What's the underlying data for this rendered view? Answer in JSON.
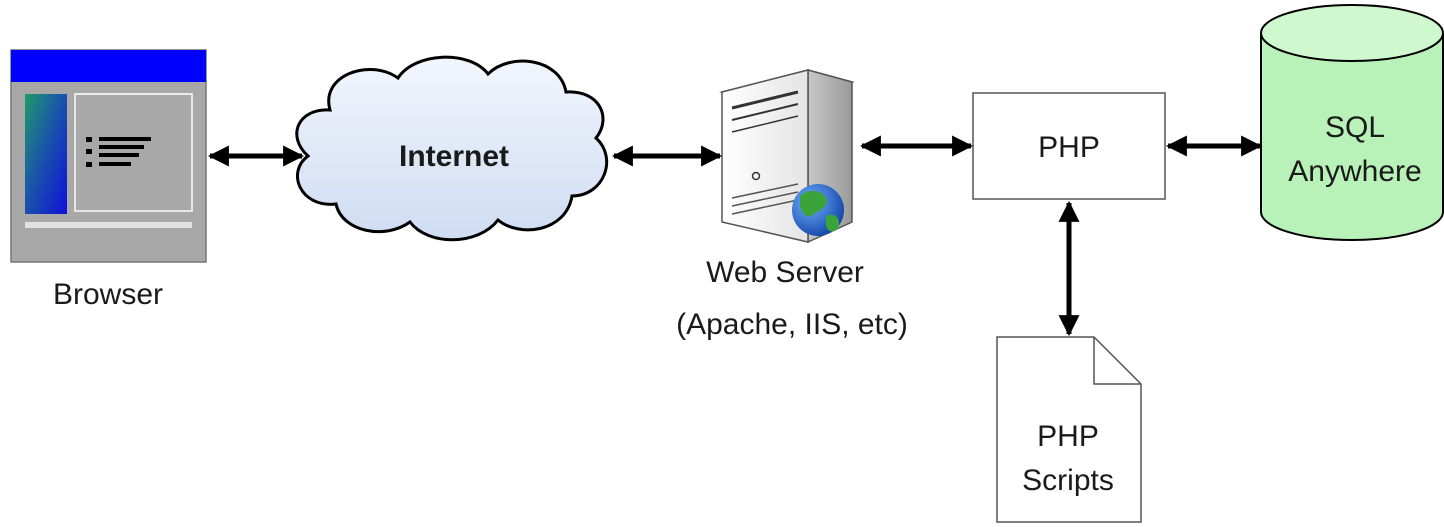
{
  "nodes": {
    "browser": {
      "label": "Browser"
    },
    "internet": {
      "label": "Internet"
    },
    "web_server": {
      "label_line1": "Web Server",
      "label_line2": "(Apache, IIS, etc)"
    },
    "php": {
      "label": "PHP"
    },
    "database": {
      "label_line1": "SQL",
      "label_line2": "Anywhere"
    },
    "php_scripts": {
      "label_line1": "PHP",
      "label_line2": "Scripts"
    }
  },
  "icons": {
    "browser": "browser-window-icon",
    "internet": "cloud-icon",
    "web_server": "server-tower-icon",
    "globe": "globe-icon",
    "php_scripts": "document-icon",
    "database": "database-cylinder-icon"
  },
  "colors": {
    "browser_titlebar": "#0000ff",
    "browser_frame": "#a8a8a8",
    "cloud_fill": "#dde8f8",
    "database_fill": "#b9f2b9",
    "database_top": "#cff8cf",
    "globe": "#2a6fd1",
    "line": "#000000"
  },
  "connections": [
    {
      "from": "browser",
      "to": "internet",
      "direction": "both"
    },
    {
      "from": "internet",
      "to": "web_server",
      "direction": "both"
    },
    {
      "from": "web_server",
      "to": "php",
      "direction": "both"
    },
    {
      "from": "php",
      "to": "database",
      "direction": "both"
    },
    {
      "from": "php",
      "to": "php_scripts",
      "direction": "both"
    }
  ]
}
